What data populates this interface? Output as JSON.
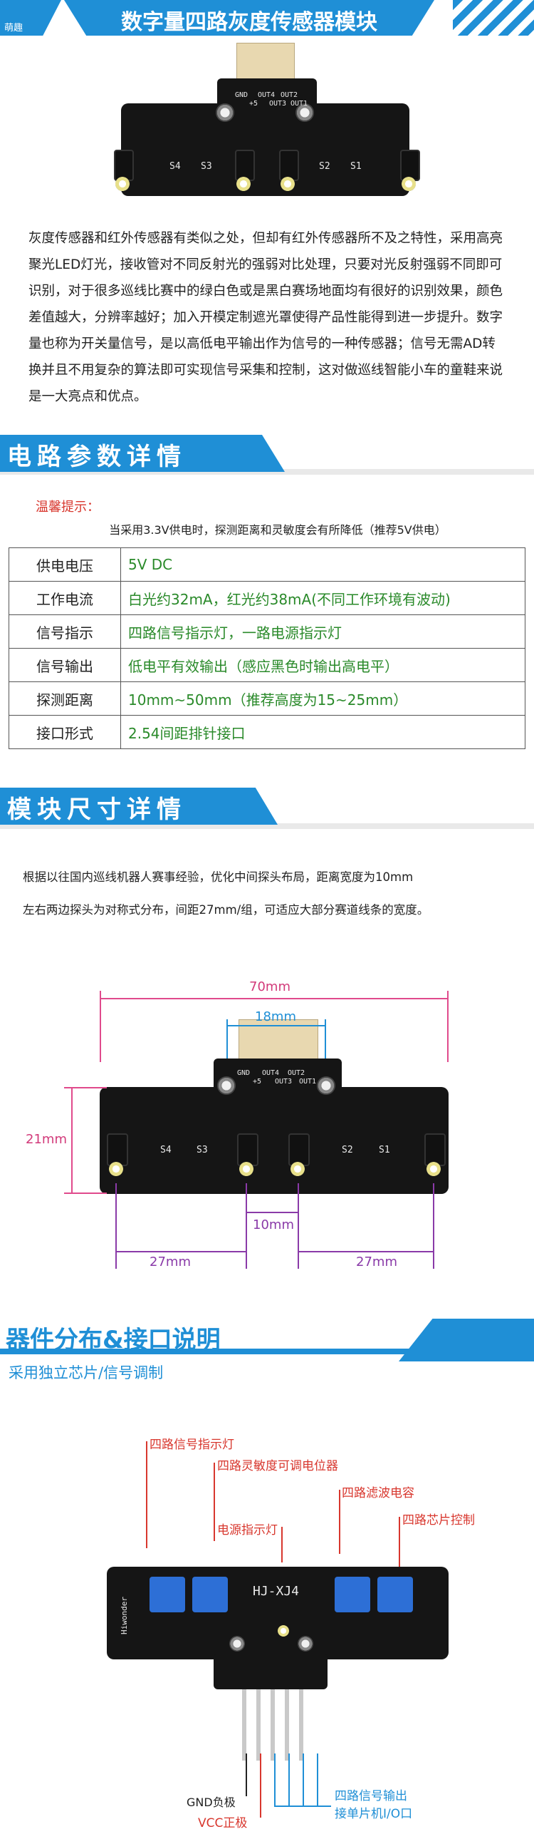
{
  "header": {
    "left_tag": "萌趣",
    "title": "数字量四路灰度传感器模块",
    "accent": "#1f8fd6"
  },
  "board_top": {
    "silk_labels": [
      "GND",
      "+5",
      "OUT4",
      "OUT3",
      "OUT2",
      "OUT1"
    ],
    "sensor_labels": [
      "S4",
      "S3",
      "S2",
      "S1"
    ]
  },
  "intro": {
    "text": "灰度传感器和红外传感器有类似之处，但却有红外传感器所不及之特性，采用高亮聚光LED灯光，接收管对不同反射光的强弱对比处理，只要对光反射强弱不同即可识别，对于很多巡线比赛中的绿白色或是黑白赛场地面均有很好的识别效果，颜色差值越大，分辨率越好；加入开模定制遮光罩使得产品性能得到进一步提升。数字量也称为开关量信号，是以高低电平输出作为信号的一种传感器；信号无需AD转换并且不用复杂的算法即可实现信号采集和控制，这对做巡线智能小车的童鞋来说是一大亮点和优点。"
  },
  "params_section": {
    "title": "电路参数详情",
    "tip_title": "温馨提示：",
    "tip_text": "当采用3.3V供电时，探测距离和灵敏度会有所降低（推荐5V供电）",
    "rows": [
      {
        "key": "供电电压",
        "value": "5V DC"
      },
      {
        "key": "工作电流",
        "value": "白光约32mA，红光约38mA(不同工作环境有波动)"
      },
      {
        "key": "信号指示",
        "value": "四路信号指示灯，一路电源指示灯"
      },
      {
        "key": "信号输出",
        "value": "低电平有效输出（感应黑色时输出高电平）"
      },
      {
        "key": "探测距离",
        "value": "10mm~50mm（推荐高度为15~25mm）"
      },
      {
        "key": "接口形式",
        "value": "2.54间距排针接口"
      }
    ]
  },
  "dims_section": {
    "title": "模块尺寸详情",
    "intro_line1": "根据以往国内巡线机器人赛事经验，优化中间探头布局，距离宽度为10mm",
    "intro_line2": "左右两边探头为对称式分布，间距27mm/组，可适应大部分赛道线条的宽度。",
    "width_label": "70mm",
    "connector_label": "18mm",
    "height_label": "21mm",
    "center_gap_label": "10mm",
    "left_gap_label": "27mm",
    "right_gap_label": "27mm",
    "silk_labels": [
      "GND",
      "+5",
      "OUT4",
      "OUT3",
      "OUT2",
      "OUT1"
    ],
    "sensor_labels": [
      "S4",
      "S3",
      "S2",
      "S1"
    ]
  },
  "components_section": {
    "title": "器件分布&接口说明",
    "subtitle": "采用独立芯片/信号调制",
    "annotations": {
      "signal_leds": "四路信号指示灯",
      "pots": "四路灵敏度可调电位器",
      "filter_caps": "四路滤波电容",
      "power_led": "电源指示灯",
      "chip_control": "四路芯片控制",
      "gnd": "GND负极",
      "vcc": "VCC正极",
      "signal_out_line1": "四路信号输出",
      "signal_out_line2": "接单片机I/O口"
    },
    "board_text": "HJ-XJ4",
    "brand_text": "Hiwonder"
  }
}
